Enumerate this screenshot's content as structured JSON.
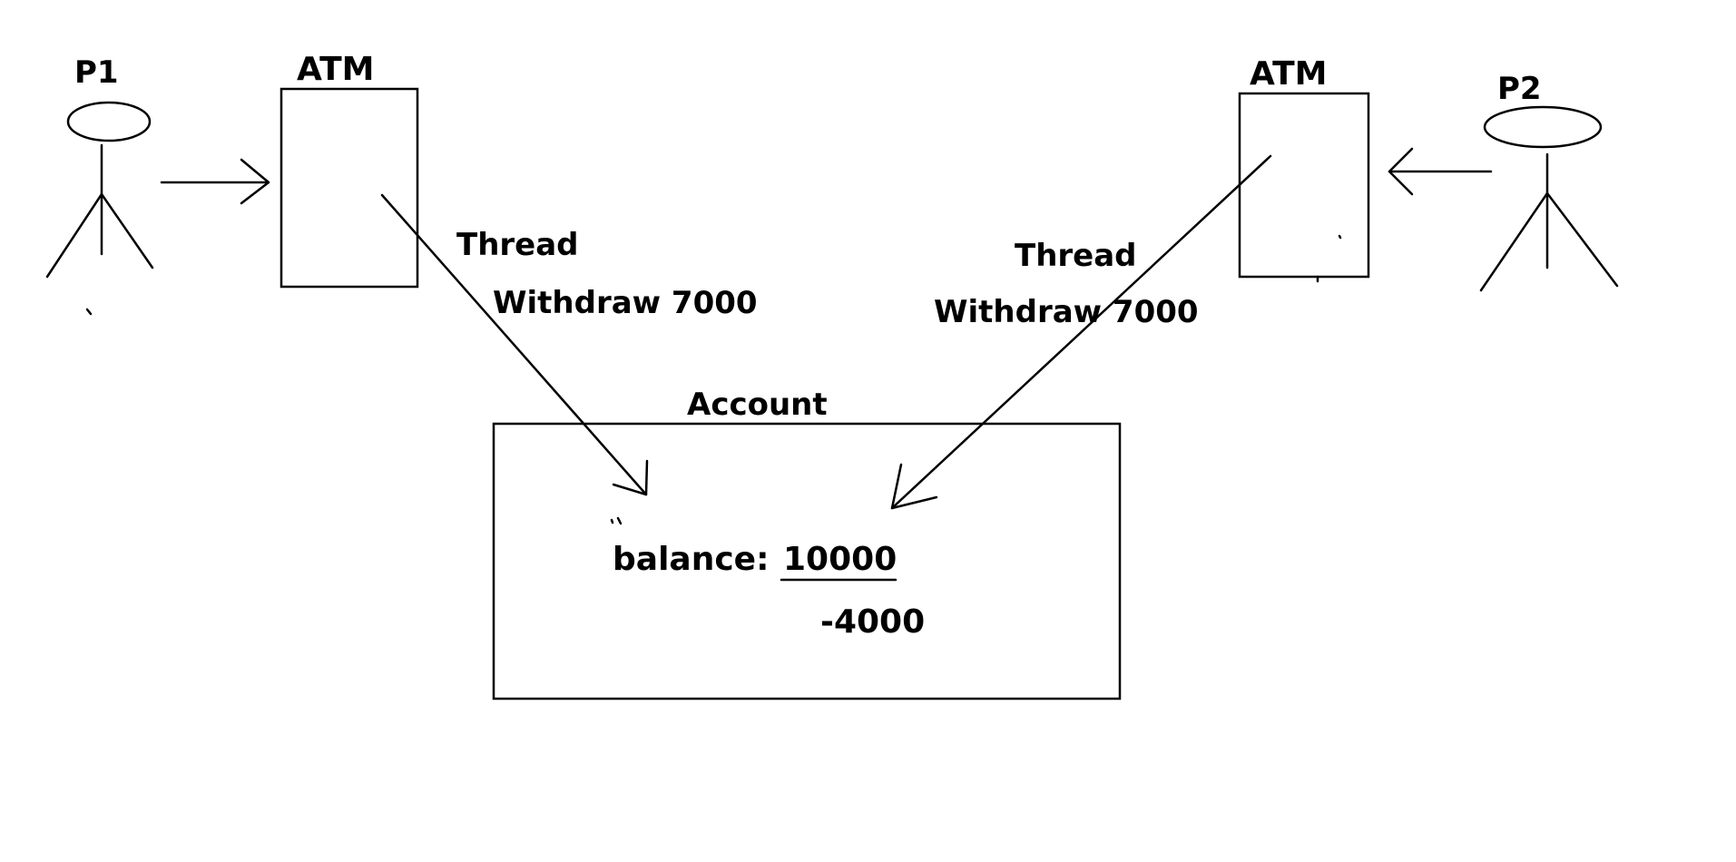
{
  "actors": {
    "p1": {
      "label": "P1"
    },
    "p2": {
      "label": "P2"
    }
  },
  "atms": {
    "left": {
      "label": "ATM"
    },
    "right": {
      "label": "ATM"
    }
  },
  "threads": {
    "left": {
      "label": "Thread",
      "action": "Withdraw 7000"
    },
    "right": {
      "label": "Thread",
      "action": "Withdraw 7000"
    }
  },
  "account": {
    "title": "Account",
    "balance_label": "balance:",
    "balance_value": "10000",
    "result_value": "-4000"
  },
  "colors": {
    "ink": "#000000",
    "background": "#ffffff"
  }
}
